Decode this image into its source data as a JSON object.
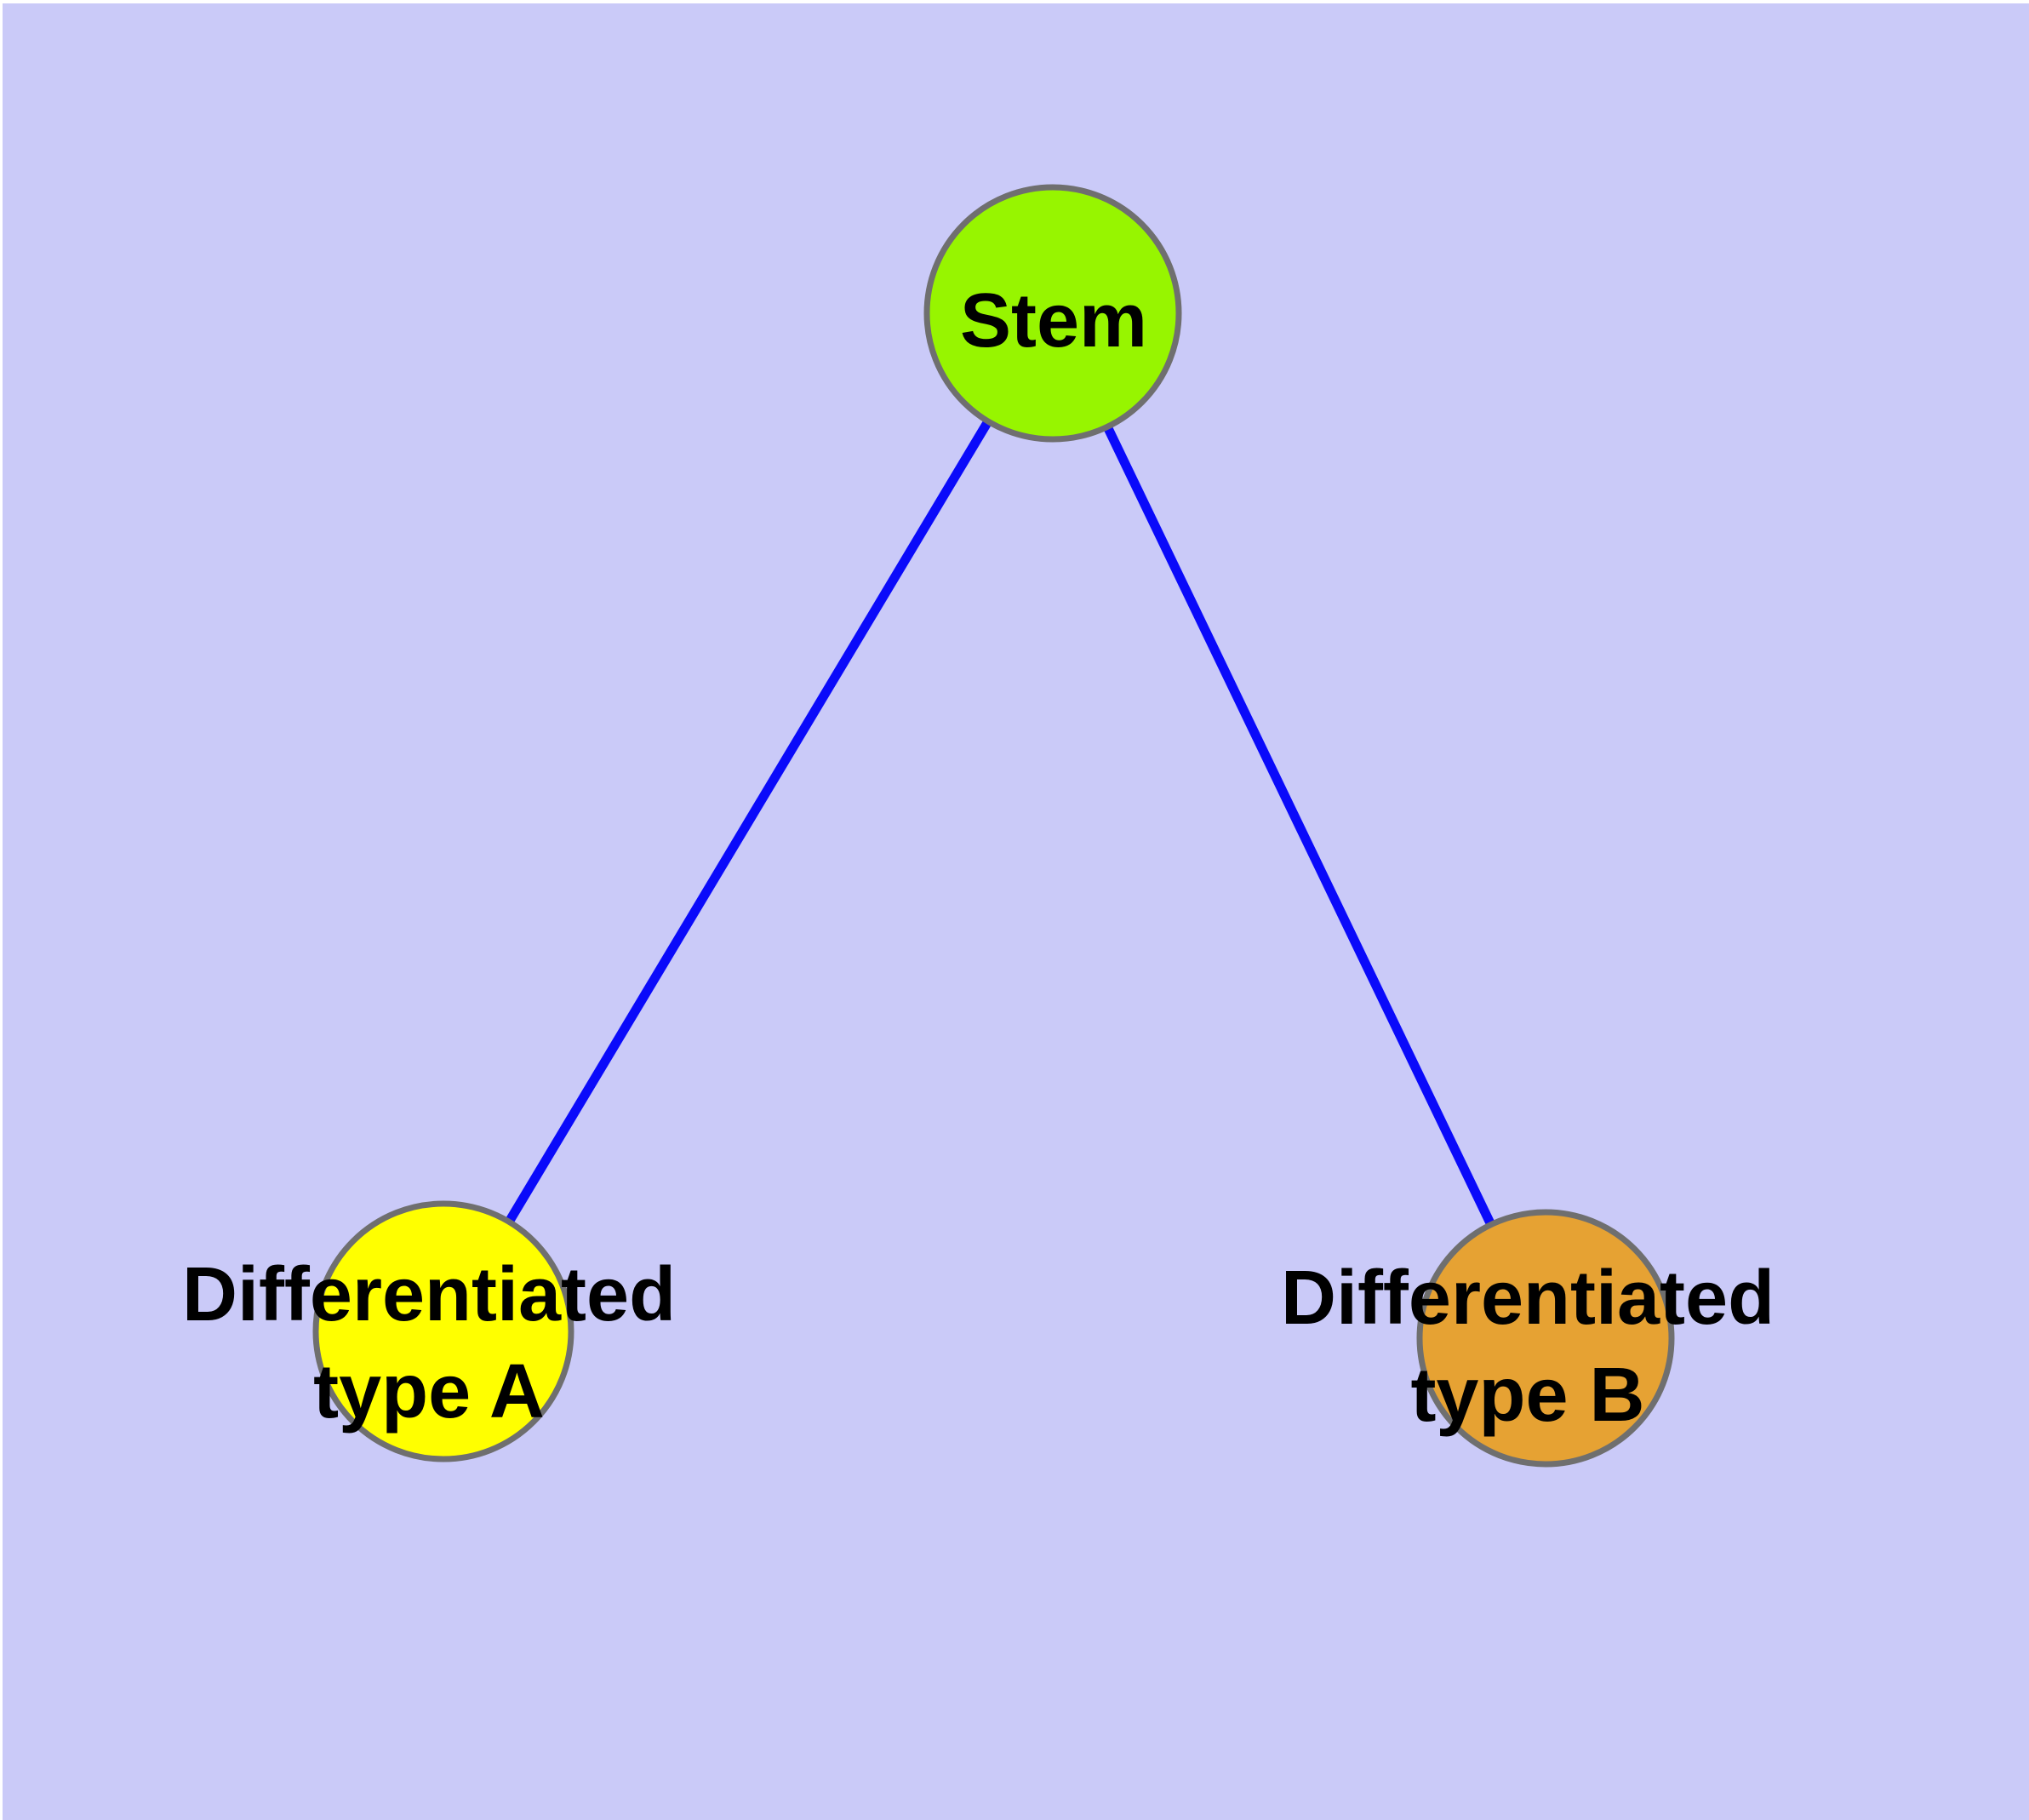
{
  "diagram": {
    "background_color": "#cacaf8",
    "edge_color": "#0a0afa",
    "node_border_color": "#6f6f6f",
    "label_color": "#000000",
    "nodes": {
      "stem": {
        "label": "Stem",
        "fill": "#97f500"
      },
      "type_a": {
        "line1": "Differentiated",
        "line2": "type A",
        "fill": "#ffff00"
      },
      "type_b": {
        "line1": "Differentiated",
        "line2": "type B",
        "fill": "#e6a233"
      }
    },
    "edges": [
      {
        "source": "Stem",
        "target": "Differentiated type A"
      },
      {
        "source": "Stem",
        "target": "Differentiated type B"
      }
    ]
  }
}
